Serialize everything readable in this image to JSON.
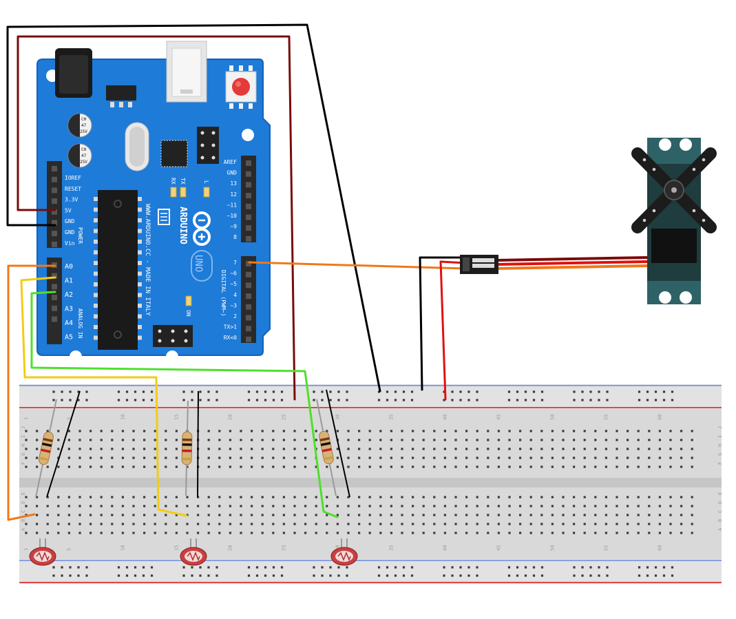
{
  "arduino": {
    "power_labels": [
      "IOREF",
      "RESET",
      "3.3V",
      "5V",
      "GND",
      "GND",
      "Vin"
    ],
    "power_header": "POWER",
    "analog_labels": [
      "A0",
      "A1",
      "A2",
      "A3",
      "A4",
      "A5"
    ],
    "analog_header": "ANALOG IN",
    "digital_top_labels": [
      "AREF",
      "GND",
      "13",
      "12",
      "~11",
      "~10",
      "~9",
      "8"
    ],
    "digital_bottom_labels": [
      "7",
      "~6",
      "~5",
      "4",
      "~3",
      "2",
      "TX>1",
      "RX<0"
    ],
    "digital_header": "DIGITAL (PWM~)",
    "brand": "ARDUINO",
    "model": "UNO",
    "website": "WWW.ARDUINO.CC - MADE IN ITALY",
    "led_labels": [
      "RX",
      "TX",
      "L",
      "ON"
    ],
    "capacitor_text": [
      "CH",
      "47",
      "25V"
    ]
  },
  "breadboard": {
    "column_numbers": [
      "1",
      "5",
      "10",
      "15",
      "20",
      "25",
      "30",
      "35",
      "40",
      "45",
      "50",
      "55",
      "60"
    ],
    "row_letters_top": [
      "J",
      "I",
      "H",
      "G",
      "F"
    ],
    "row_letters_bottom": [
      "E",
      "D",
      "C",
      "B",
      "A"
    ]
  },
  "colors": {
    "board_blue": "#1e7bd8",
    "board_edge": "#1560b8",
    "header_black": "#2a2a2a",
    "wire_5v": "#7a0a0a",
    "wire_gnd": "#000000",
    "wire_a0": "#f07818",
    "wire_a1": "#f2cc14",
    "wire_a2": "#4ee02a",
    "wire_pin7": "#f07818",
    "servo_red": "#e01010",
    "servo_body": "#2e6266",
    "servo_horn": "#1c1c1c",
    "rail_red": "#e04848",
    "rail_blue": "#8aa0e0",
    "breadboard": "#dcdcdc"
  },
  "icons": [
    "reset-button-icon",
    "arduino-logo-icon",
    "usb-port-icon",
    "power-jack-icon",
    "servo-horn-icon"
  ]
}
